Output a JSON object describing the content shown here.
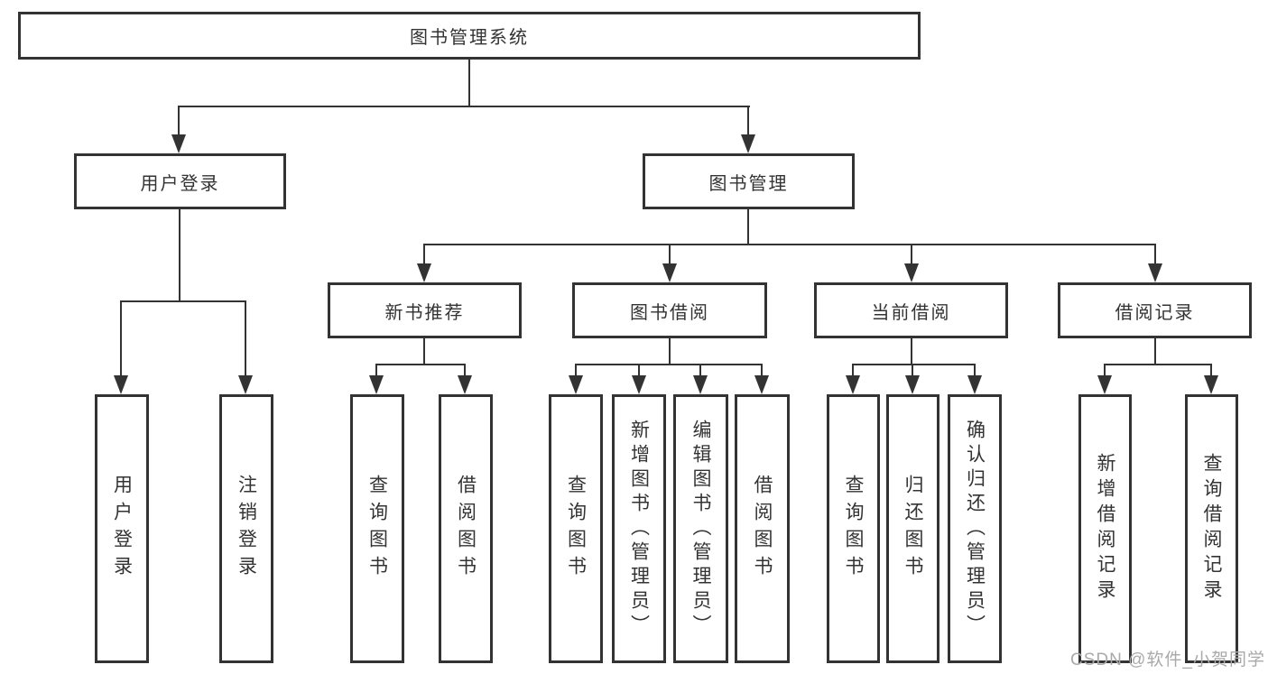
{
  "diagram": {
    "title": "图书管理系统",
    "root": {
      "label": "图书管理系统"
    },
    "branches": [
      {
        "label": "用户登录",
        "children": [
          {
            "label": "用户登录"
          },
          {
            "label": "注销登录"
          }
        ]
      },
      {
        "label": "图书管理",
        "children": [
          {
            "label": "新书推荐",
            "children": [
              {
                "label": "查询图书"
              },
              {
                "label": "借阅图书"
              }
            ]
          },
          {
            "label": "图书借阅",
            "children": [
              {
                "label": "查询图书"
              },
              {
                "label": "新增图书（管理员）"
              },
              {
                "label": "编辑图书（管理员）"
              },
              {
                "label": "借阅图书"
              }
            ]
          },
          {
            "label": "当前借阅",
            "children": [
              {
                "label": "查询图书"
              },
              {
                "label": "归还图书"
              },
              {
                "label": "确认归还（管理员）"
              }
            ]
          },
          {
            "label": "借阅记录",
            "children": [
              {
                "label": "新增借阅记录"
              },
              {
                "label": "查询借阅记录"
              }
            ]
          }
        ]
      }
    ]
  },
  "watermark": {
    "text": "CSDN @软件_小贺同学"
  },
  "colors": {
    "line": "#333333",
    "box_border": "#333333",
    "text": "#333333",
    "watermark": "#a9a9a9",
    "background": "#ffffff"
  }
}
